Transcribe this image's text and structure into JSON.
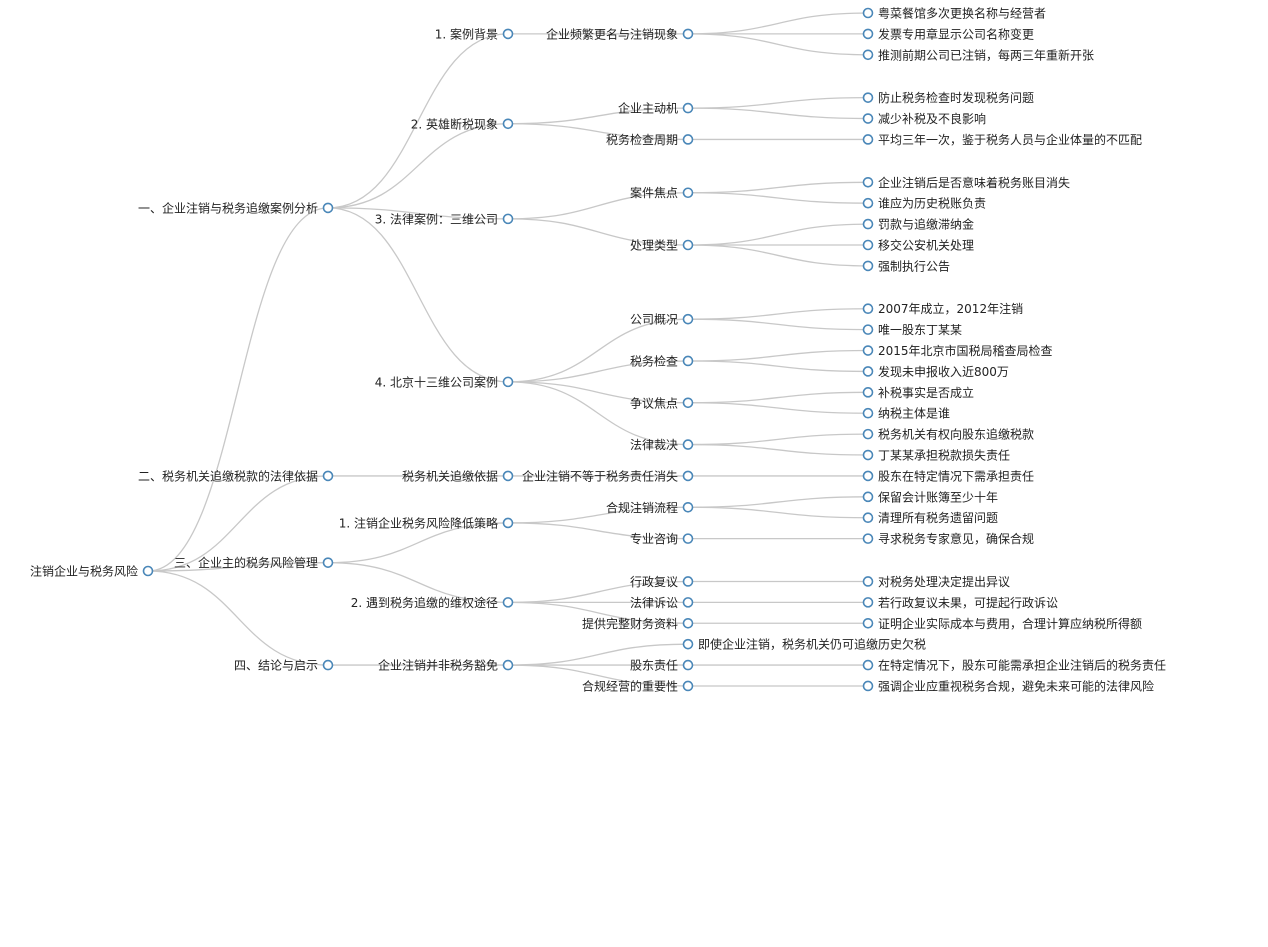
{
  "mindmap": {
    "root": {
      "label": "注销企业与税务风险",
      "children": [
        {
          "label": "一、企业注销与税务追缴案例分析",
          "children": [
            {
              "label": "1. 案例背景",
              "children": [
                {
                  "label": "企业频繁更名与注销现象",
                  "children": [
                    {
                      "label": "粤菜餐馆多次更换名称与经营者"
                    },
                    {
                      "label": "发票专用章显示公司名称变更"
                    },
                    {
                      "label": "推测前期公司已注销，每两三年重新开张"
                    }
                  ]
                }
              ]
            },
            {
              "label": "2. 英雄断税现象",
              "children": [
                {
                  "label": "企业主动机",
                  "children": [
                    {
                      "label": "防止税务检查时发现税务问题"
                    },
                    {
                      "label": "减少补税及不良影响"
                    }
                  ]
                },
                {
                  "label": "税务检查周期",
                  "children": [
                    {
                      "label": "平均三年一次，鉴于税务人员与企业体量的不匹配"
                    }
                  ]
                }
              ]
            },
            {
              "label": "3. 法律案例：三维公司",
              "children": [
                {
                  "label": "案件焦点",
                  "children": [
                    {
                      "label": "企业注销后是否意味着税务账目消失"
                    },
                    {
                      "label": "谁应为历史税账负责"
                    }
                  ]
                },
                {
                  "label": "处理类型",
                  "children": [
                    {
                      "label": "罚款与追缴滞纳金"
                    },
                    {
                      "label": "移交公安机关处理"
                    },
                    {
                      "label": "强制执行公告"
                    }
                  ]
                }
              ]
            },
            {
              "label": "4. 北京十三维公司案例",
              "children": [
                {
                  "label": "公司概况",
                  "children": [
                    {
                      "label": "2007年成立，2012年注销"
                    },
                    {
                      "label": "唯一股东丁某某"
                    }
                  ]
                },
                {
                  "label": "税务检查",
                  "children": [
                    {
                      "label": "2015年北京市国税局稽查局检查"
                    },
                    {
                      "label": "发现未申报收入近800万"
                    }
                  ]
                },
                {
                  "label": "争议焦点",
                  "children": [
                    {
                      "label": "补税事实是否成立"
                    },
                    {
                      "label": "纳税主体是谁"
                    }
                  ]
                },
                {
                  "label": "法律裁决",
                  "children": [
                    {
                      "label": "税务机关有权向股东追缴税款"
                    },
                    {
                      "label": "丁某某承担税款损失责任"
                    }
                  ]
                }
              ]
            }
          ]
        },
        {
          "label": "二、税务机关追缴税款的法律依据",
          "children": [
            {
              "label": "税务机关追缴依据",
              "children": [
                {
                  "label": "企业注销不等于税务责任消失",
                  "children": [
                    {
                      "label": "股东在特定情况下需承担责任"
                    }
                  ]
                }
              ]
            }
          ]
        },
        {
          "label": "三、企业主的税务风险管理",
          "children": [
            {
              "label": "1. 注销企业税务风险降低策略",
              "children": [
                {
                  "label": "合规注销流程",
                  "children": [
                    {
                      "label": "保留会计账簿至少十年"
                    },
                    {
                      "label": "清理所有税务遗留问题"
                    }
                  ]
                },
                {
                  "label": "专业咨询",
                  "children": [
                    {
                      "label": "寻求税务专家意见，确保合规"
                    }
                  ]
                }
              ]
            },
            {
              "label": "2. 遇到税务追缴的维权途径",
              "children": [
                {
                  "label": "行政复议",
                  "children": [
                    {
                      "label": "对税务处理决定提出异议"
                    }
                  ]
                },
                {
                  "label": "法律诉讼",
                  "children": [
                    {
                      "label": "若行政复议未果，可提起行政诉讼"
                    }
                  ]
                },
                {
                  "label": "提供完整财务资料",
                  "children": [
                    {
                      "label": "证明企业实际成本与费用，合理计算应纳税所得额"
                    }
                  ]
                }
              ]
            }
          ]
        },
        {
          "label": "四、结论与启示",
          "children": [
            {
              "label": "企业注销并非税务豁免",
              "children": [
                {
                  "label": "即使企业注销，税务机关仍可追缴历史欠税"
                },
                {
                  "label": "股东责任",
                  "children": [
                    {
                      "label": "在特定情况下，股东可能需承担企业注销后的税务责任"
                    }
                  ]
                },
                {
                  "label": "合规经营的重要性",
                  "children": [
                    {
                      "label": "强调企业应重视税务合规，避免未来可能的法律风险"
                    }
                  ]
                }
              ]
            }
          ]
        }
      ]
    },
    "colors": {
      "link": "#c8c8c8",
      "node_stroke": "#4a87b8",
      "node_fill": "#ffffff",
      "text": "#222222"
    }
  }
}
